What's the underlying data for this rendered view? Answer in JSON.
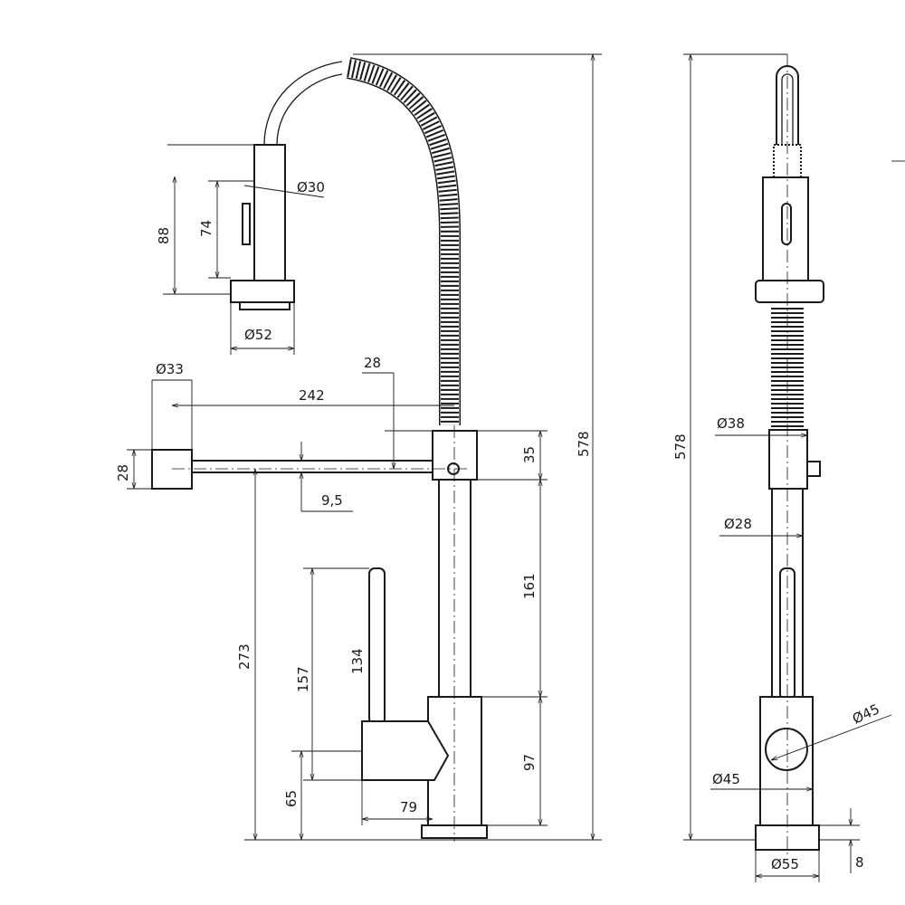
{
  "front_view": {
    "head_diameter": "Ø30",
    "head_length_outer": "88",
    "head_length_inner": "74",
    "nozzle_diameter": "Ø52",
    "spout_end_diameter": "Ø33",
    "spout_offset": "28",
    "spout_reach": "242",
    "spout_end_height": "28",
    "collar_height": "35",
    "spout_pipe_diameter": "9,5",
    "total_height": "578",
    "tube_height": "161",
    "spout_height": "273",
    "lever_top_height": "157",
    "lever_length": "134",
    "body_height": "97",
    "lever_axis_height": "65",
    "lever_offset": "79"
  },
  "side_view": {
    "collar_diameter": "Ø38",
    "tube_diameter": "Ø28",
    "handle_diameter": "Ø45",
    "body_diameter": "Ø45",
    "total_height": "578",
    "base_diameter": "Ø55",
    "base_thickness": "8"
  }
}
